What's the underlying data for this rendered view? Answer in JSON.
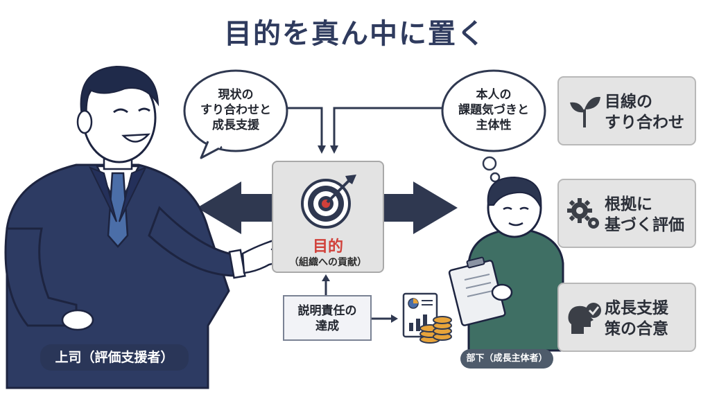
{
  "title": "目的を真ん中に置く",
  "boss": {
    "label": "上司（評価支援者）",
    "speech": [
      "現状の",
      "すり合わせと",
      "成長支援"
    ]
  },
  "subordinate": {
    "label": "部下（成長主体者）",
    "thought": [
      "本人の",
      "課題気づきと",
      "主体性"
    ]
  },
  "center": {
    "title": "目的",
    "subtitle": "（組織への貢献）"
  },
  "accountability": [
    "説明責任の",
    "達成"
  ],
  "cards": [
    {
      "icon": "sprout-icon",
      "lines": [
        "目線の",
        "すり合わせ"
      ]
    },
    {
      "icon": "gears-icon",
      "lines": [
        "根拠に",
        "基づく評価"
      ]
    },
    {
      "icon": "head-check-icon",
      "lines": [
        "成長支援",
        "策の合意"
      ]
    }
  ],
  "colors": {
    "navy": "#2a3658",
    "target_red": "#d1403a",
    "card_bg": "#e4e4e4",
    "sweater": "#3f6f64"
  }
}
